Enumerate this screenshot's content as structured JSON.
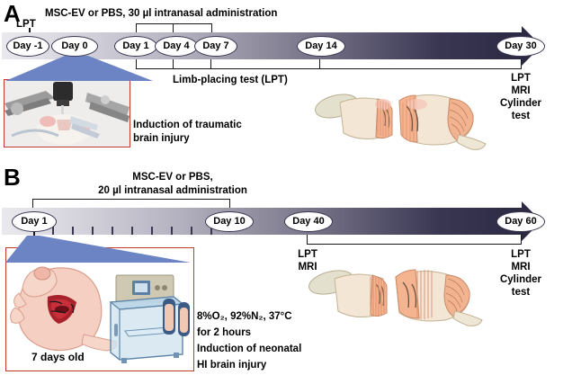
{
  "figure": {
    "panelA": {
      "letter": "A",
      "header": "MSC-EV or PBS, 30 µl  intranasal administration",
      "lpt_marker": "LPT",
      "days": [
        {
          "label": "Day -1"
        },
        {
          "label": "Day 0"
        },
        {
          "label": "Day 1"
        },
        {
          "label": "Day 4"
        },
        {
          "label": "Day 7"
        },
        {
          "label": "Day 14"
        },
        {
          "label": "Day 30"
        }
      ],
      "lpt_bracket_label": "Limb-placing test (LPT)",
      "endpoint_assays": "LPT\nMRI\nCylinder\ntest",
      "endpoint_lines": [
        "LPT",
        "MRI",
        "Cylinder",
        "test"
      ],
      "inset_caption_lines": [
        "Induction of traumatic",
        "brain injury"
      ]
    },
    "panelB": {
      "letter": "B",
      "header_line1": "MSC-EV or PBS,",
      "header_line2": "20 µl intranasal administration",
      "days": [
        {
          "label": "Day 1"
        },
        {
          "label": "Day 10"
        },
        {
          "label": "Day 40"
        },
        {
          "label": "Day 60"
        }
      ],
      "day40_assays": [
        "LPT",
        "MRI"
      ],
      "day60_assays": [
        "LPT",
        "MRI",
        "Cylinder",
        "test"
      ],
      "inset_age_label": "7 days old",
      "condition_lines": [
        "8%O₂, 92%N₂, 37°C",
        "for 2 hours",
        "Induction of neonatal",
        "HI brain injury"
      ]
    },
    "colors": {
      "timeline_start": "#e9e9ee",
      "timeline_end": "#2b2a42",
      "inset_border": "#c0392b",
      "cone_fill": "#5b73b8",
      "brain_tissue": "#f5dcc8",
      "brain_lesion": "#f0a882"
    }
  }
}
